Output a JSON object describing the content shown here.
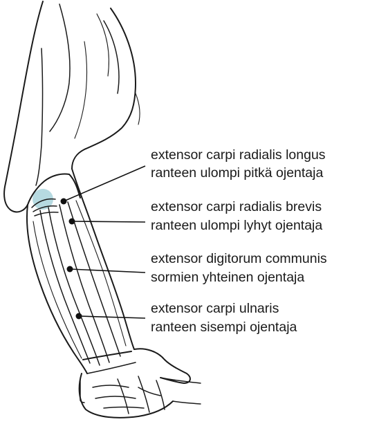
{
  "labels": [
    {
      "latin": "extensor carpi radialis longus",
      "finnish": "ranteen ulompi pitkä ojentaja"
    },
    {
      "latin": "extensor carpi radialis brevis",
      "finnish": "ranteen ulompi lyhyt ojentaja"
    },
    {
      "latin": "extensor digitorum communis",
      "finnish": "sormien yhteinen ojentaja"
    },
    {
      "latin": "extensor carpi ulnaris",
      "finnish": "ranteen sisempi ojentaja"
    }
  ],
  "colors": {
    "ink": "#1a1a1a",
    "elbow_highlight": "#a9d4dc"
  }
}
